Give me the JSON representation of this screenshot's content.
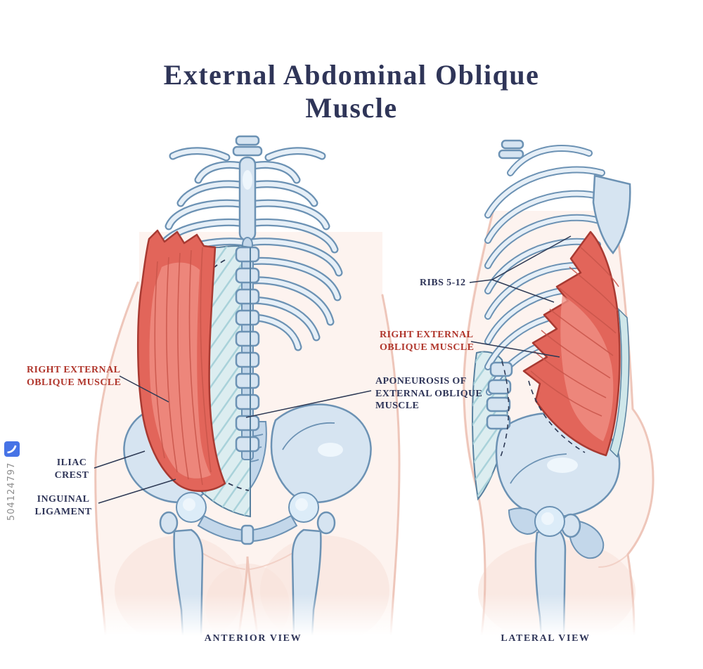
{
  "title": {
    "text": "External Abdominal Oblique\nMuscle"
  },
  "watermark": {
    "number": "504124797",
    "logo": "stock-logo-icon"
  },
  "labels": {
    "oblique_left": {
      "text": "RIGHT EXTERNAL\nOBLIQUE MUSCLE",
      "color": "#b0362c"
    },
    "iliac_crest": {
      "text": "ILIAC\nCREST",
      "color": "#2f3558"
    },
    "inguinal_ligament": {
      "text": "INGUINAL\nLIGAMENT",
      "color": "#2f3558"
    },
    "ribs_5_12": {
      "text": "RIBS 5-12",
      "color": "#2f3558"
    },
    "oblique_right": {
      "text": "RIGHT EXTERNAL\nOBLIQUE MUSCLE",
      "color": "#b0362c"
    },
    "aponeurosis": {
      "text": "APONEUROSIS OF\nEXTERNAL OBLIQUE\nMUSCLE",
      "color": "#2f3558"
    }
  },
  "captions": {
    "anterior": "ANTERIOR VIEW",
    "lateral": "LATERAL VIEW"
  },
  "colors": {
    "title_navy": "#2f3558",
    "label_red": "#b0362c",
    "muscle_red": "#e2655a",
    "bone_blue": "#d6e4f1",
    "bone_outline": "#6c92b4",
    "aponeurosis_teal": "#dcedf0",
    "body_pink": "#eec6ba",
    "leader_navy": "#2e3a55"
  }
}
